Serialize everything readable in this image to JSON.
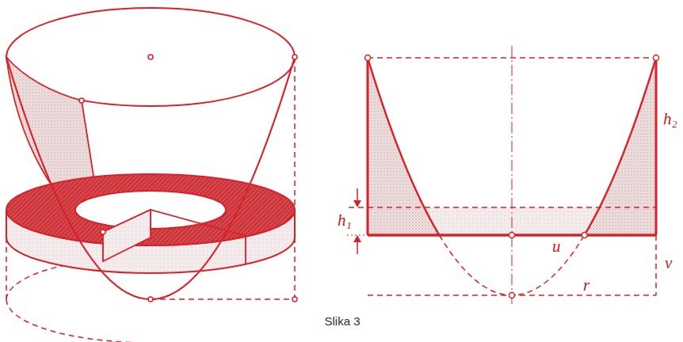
{
  "diagram": {
    "caption": "Slika 3",
    "labels": [
      "h₂",
      "h₁",
      "u",
      "v",
      "r"
    ]
  }
}
